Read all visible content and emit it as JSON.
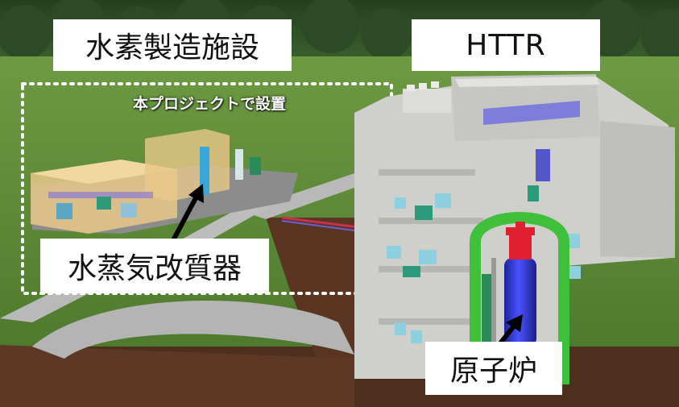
{
  "labels": {
    "hydrogen_facility": "水素製造施設",
    "httr": "HTTR",
    "project_note": "本プロジェクトで設置",
    "steam_reformer": "水蒸気改質器",
    "reactor": "原子炉"
  },
  "colors": {
    "grass": "#5f8a3a",
    "forest": "#2f4f2a",
    "soil": "#5a3522",
    "road": "#b8b8b8",
    "building": "#d9d9d6",
    "reactor_vessel": "#3a3fd8",
    "reactor_top": "#e02030",
    "containment": "#46c23a",
    "label_bg": "#ffffff"
  }
}
